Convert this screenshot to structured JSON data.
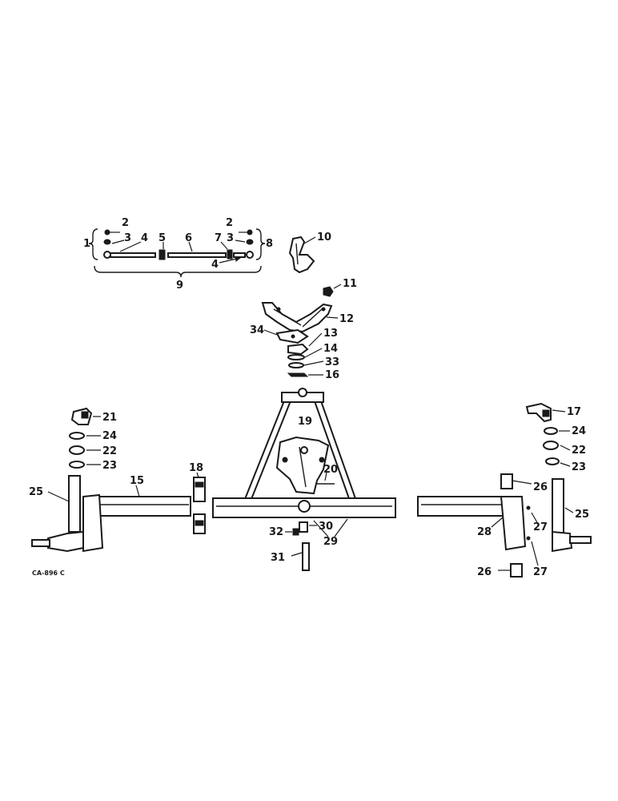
{
  "diagram_code": "CA-896 C",
  "callouts": [
    "1",
    "2",
    "3",
    "4",
    "5",
    "6",
    "7",
    "8",
    "9",
    "10",
    "11",
    "12",
    "13",
    "14",
    "15",
    "16",
    "17",
    "18",
    "19",
    "20",
    "21",
    "22",
    "23",
    "24",
    "25",
    "26",
    "27",
    "28",
    "29",
    "30",
    "31",
    "32",
    "33",
    "34"
  ]
}
